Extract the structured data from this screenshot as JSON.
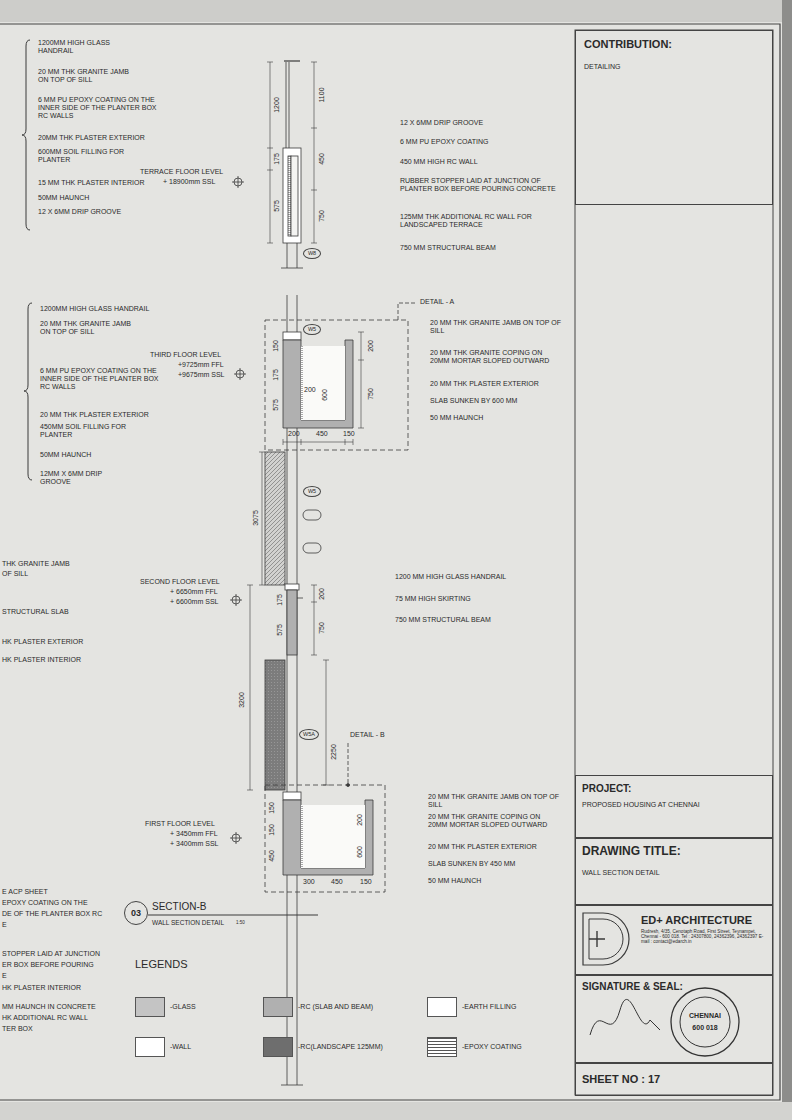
{
  "diagram": {
    "nodes": [
      {
        "text": [
          "W8"
        ]
      },
      {
        "text": [
          "W5"
        ]
      },
      {
        "text": [
          "W5"
        ]
      },
      {
        "text": [
          "W5A"
        ]
      },
      {
        "text": [
          "03"
        ]
      },
      {
        "text": [
          "CONTRIBUTION:",
          "DETAILING"
        ]
      },
      {
        "text": [
          "PROJECT:",
          "PROPOSED HOUSING AT CHENNAI"
        ]
      },
      {
        "text": [
          "DRAWING TITLE:",
          "WALL SECTION DETAIL"
        ]
      },
      {
        "text": [
          "ED+ ARCHITECTURE",
          "Rudresh, 4/35, Cenotaph Road, First Street, Teynampet, Chennai - 600 018. Tel : 24307800, 24362396, 24362397 E-mail : contact@edarch.in"
        ]
      },
      {
        "text": [
          "SIGNATURE & SEAL:"
        ]
      },
      {
        "text": [
          "SHEET NO : 17"
        ]
      }
    ],
    "labels": [
      "1200MM HIGH GLASS HANDRAIL",
      "20 MM THK GRANITE JAMB ON TOP OF SILL",
      "6 MM PU EPOXY COATING ON THE INNER SIDE OF THE PLANTER BOX RC WALLS",
      "20MM THK PLASTER EXTERIOR",
      "600MM SOIL FILLING FOR PLANTER",
      "TERRACE FLOOR LEVEL",
      "+ 18900mm SSL",
      "15 MM THK PLASTER INTERIOR",
      "50MM HAUNCH",
      "12 X 6MM DRIP GROOVE",
      "1200",
      "1100",
      "450",
      "175",
      "575",
      "750",
      "12 X 6MM DRIP GROOVE",
      "6 MM PU EPOXY COATING",
      "450 MM HIGH RC WALL",
      "RUBBER STOPPER LAID AT JUNCTION OF PLANTER BOX BEFORE POURING CONCRETE",
      "125MM THK ADDITIONAL RC WALL FOR LANDSCAPED TERRACE",
      "750 MM STRUCTURAL BEAM",
      "1200MM HIGH GLASS HANDRAIL",
      "20 MM THK GRANITE JAMB ON TOP OF SILL",
      "THIRD FLOOR LEVEL",
      "+9725mm FFL",
      "+9675mm SSL",
      "6 MM PU EPOXY COATING ON THE INNER SIDE OF THE PLANTER BOX RC WALLS",
      "20 MM THK PLASTER EXTERIOR",
      "450MM SOIL FILLING FOR PLANTER",
      "50MM HAUNCH",
      "12MM X 6MM DRIP GROOVE",
      "DETAIL - A",
      "150",
      "175",
      "575",
      "200",
      "600",
      "200",
      "750",
      "200",
      "450",
      "150",
      "20 MM THK GRANITE JAMB ON TOP OF SILL",
      "20 MM THK GRANITE COPING ON 20MM MORTAR SLOPED OUTWARD",
      "20 MM THK PLASTER EXTERIOR",
      "SLAB SUNKEN BY 600 MM",
      "50 MM HAUNCH",
      "3075",
      "THK GRANITE JAMB",
      "OF SILL",
      "STRUCTURAL SLAB",
      "HK PLASTER EXTERIOR",
      "HK PLASTER INTERIOR",
      "SECOND FLOOR LEVEL",
      "+ 6650mm FFL",
      "+ 6600mm SSL",
      "175",
      "575",
      "200",
      "750",
      "1200 MM HIGH GLASS HANDRAIL",
      "75 MM HIGH SKIRTING",
      "750 MM STRUCTURAL BEAM",
      "3200",
      "2250",
      "DETAIL - B",
      "150",
      "150",
      "450",
      "200",
      "600",
      "300",
      "450",
      "150",
      "FIRST FLOOR LEVEL",
      "+ 3450mm FFL",
      "+ 3400mm SSL",
      "20 MM THK GRANITE JAMB ON TOP OF SILL",
      "20 MM THK GRANITE COPING ON 20MM MORTAR SLOPED OUTWARD",
      "20 MM THK PLASTER EXTERIOR",
      "SLAB SUNKEN BY 450 MM",
      "50 MM HAUNCH",
      "E ACP SHEET",
      "EPOXY COATING ON THE",
      "DE OF THE PLANTER BOX RC",
      "E",
      "STOPPER LAID AT JUNCTION",
      "ER BOX BEFORE POURING",
      "E",
      "HK PLASTER INTERIOR",
      "MM HAUNCH IN CONCRETE",
      "HK ADDITIONAL RC WALL",
      "TER BOX",
      "SECTION-B",
      "WALL SECTION DETAIL",
      "1:50",
      "LEGENDS",
      "CHENNAI",
      "600 018"
    ],
    "legend": [
      {
        "text": "-GLASS",
        "color": "#c4c4c4"
      },
      {
        "text": "-WALL",
        "color": "#ffffff"
      },
      {
        "text": "-RC (SLAB AND BEAM)",
        "color": "#b0b0b0"
      },
      {
        "text": "-RC(LANDSCAPE 125MM)",
        "color": "#6e6e6e"
      },
      {
        "text": "-EARTH FILLING",
        "color": "#ffffff"
      },
      {
        "text": "-EPOXY COATING"
      }
    ]
  }
}
